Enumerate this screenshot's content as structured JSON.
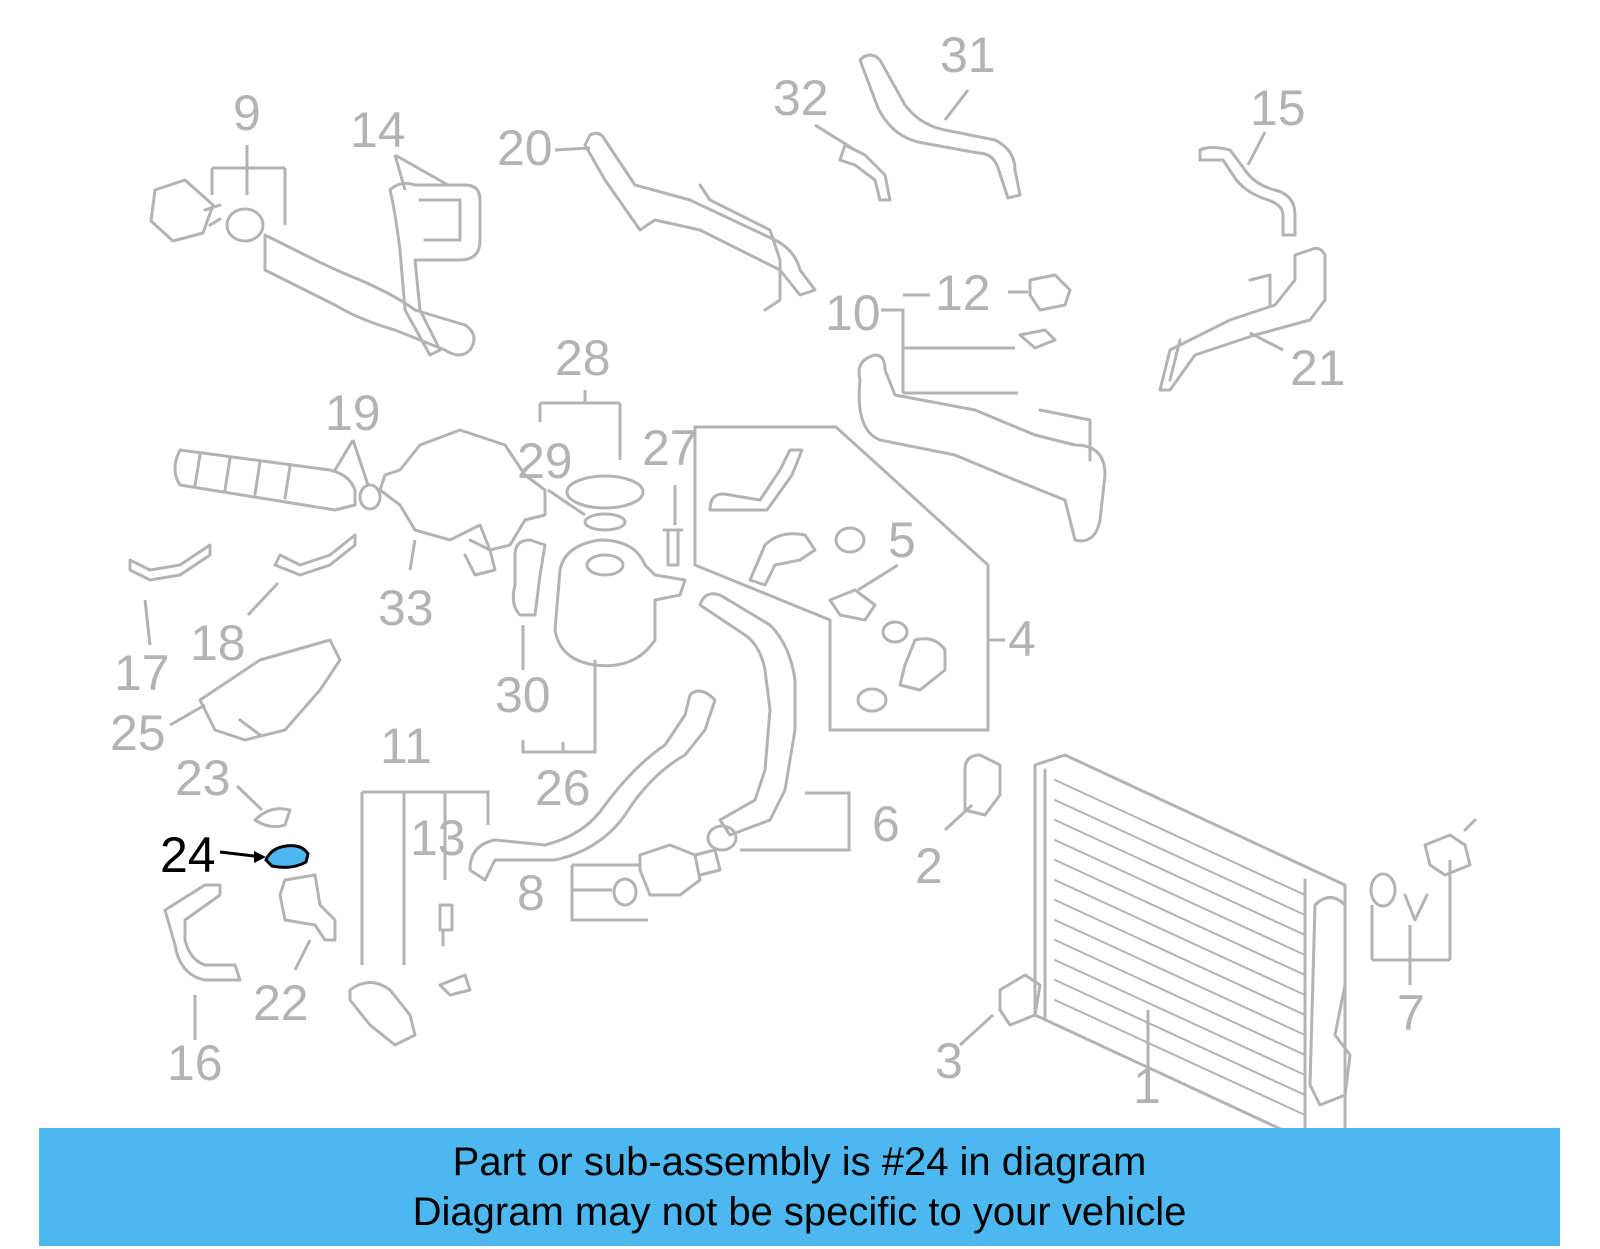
{
  "diagram": {
    "callouts": [
      "1",
      "2",
      "3",
      "4",
      "5",
      "6",
      "7",
      "8",
      "9",
      "10",
      "11",
      "12",
      "13",
      "14",
      "15",
      "16",
      "17",
      "18",
      "19",
      "20",
      "21",
      "22",
      "23",
      "24",
      "25",
      "26",
      "27",
      "28",
      "29",
      "30",
      "31",
      "32",
      "33"
    ],
    "highlighted_part": "24",
    "line_color": "#b3b3b3",
    "highlight_color": "#000000",
    "part_fill_color": "#4db8f0"
  },
  "banner": {
    "line1": "Part or sub-assembly is #24 in diagram",
    "line2": "Diagram may not be specific to your vehicle",
    "background": "#4db8f0"
  }
}
